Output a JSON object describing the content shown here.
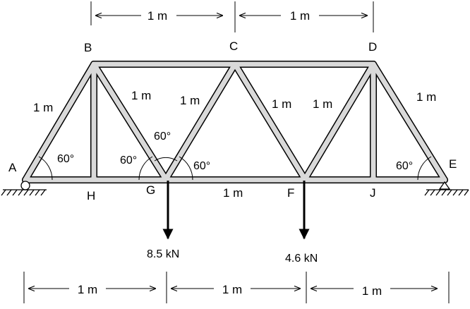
{
  "nodes": {
    "A": "A",
    "B": "B",
    "C": "C",
    "D": "D",
    "E": "E",
    "F": "F",
    "G": "G",
    "H": "H",
    "J": "J"
  },
  "top_dimensions": [
    "1 m",
    "1 m"
  ],
  "bottom_dimensions": [
    "1 m",
    "1 m",
    "1 m"
  ],
  "member_lengths": {
    "AB": "1 m",
    "BG": "1 m",
    "GC": "1 m",
    "CF": "1 m",
    "FD": "1 m",
    "DE": "1 m",
    "GF": "1 m"
  },
  "angles": {
    "at_A": "60°",
    "at_G_left": "60°",
    "at_G_top": "60°",
    "at_G_right": "60°",
    "at_E": "60°"
  },
  "loads": {
    "at_G": "8.5 kN",
    "at_F": "4.6 kN"
  },
  "colors": {
    "member_fill": "#d9d9d9",
    "member_stroke": "#000000"
  }
}
